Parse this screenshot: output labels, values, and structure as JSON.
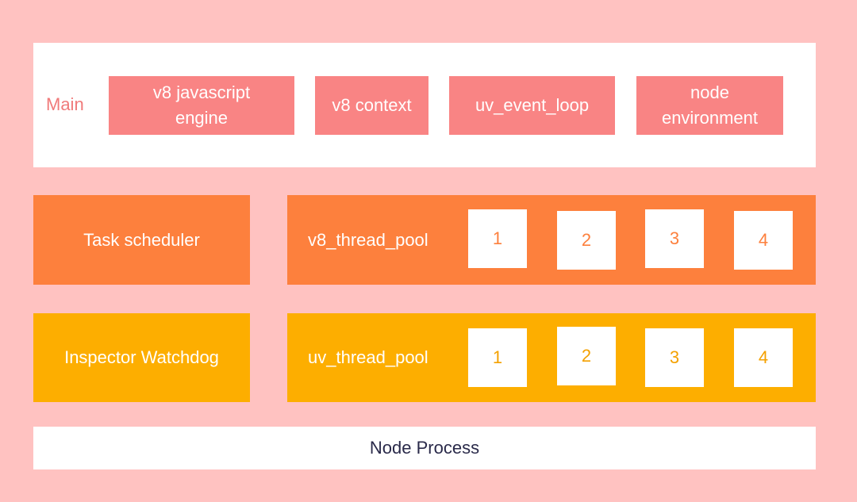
{
  "main": {
    "label": "Main",
    "components": [
      "v8 javascript\nengine",
      "v8 context",
      "uv_event_loop",
      "node\nenvironment"
    ]
  },
  "task_scheduler": {
    "label": "Task scheduler",
    "pool_label": "v8_thread_pool",
    "threads": [
      "1",
      "2",
      "3",
      "4"
    ]
  },
  "inspector_watchdog": {
    "label": "Inspector Watchdog",
    "pool_label": "uv_thread_pool",
    "threads": [
      "1",
      "2",
      "3",
      "4"
    ]
  },
  "footer": {
    "label": "Node Process"
  },
  "colors": {
    "background": "#ffc2c1",
    "main_box": "#f98484",
    "scheduler": "#fd803d",
    "watchdog": "#fdae00",
    "node_text": "#2a2a4a"
  }
}
